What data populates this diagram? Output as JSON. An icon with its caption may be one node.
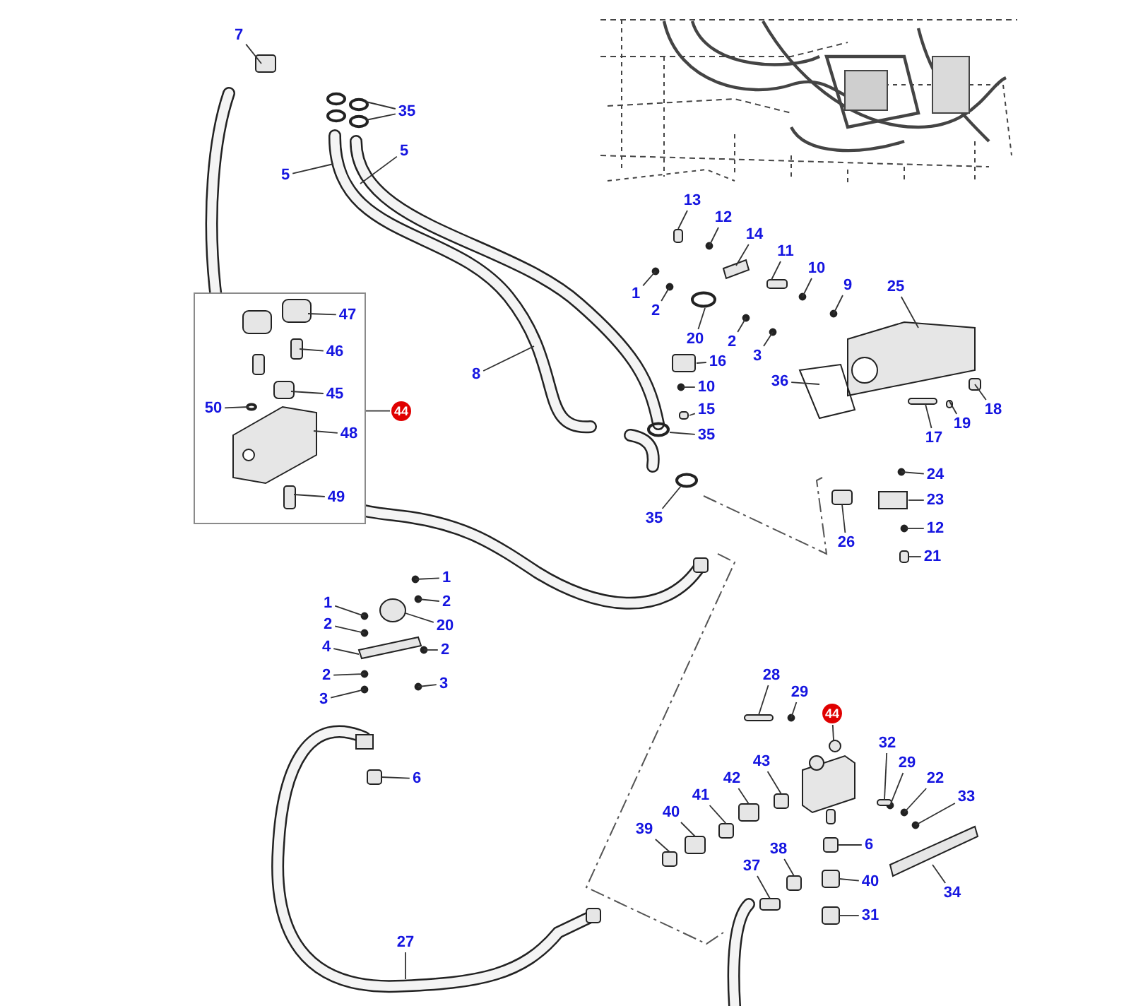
{
  "diagram": {
    "nodes": [
      {
        "text": [
          "7"
        ]
      },
      {
        "text": [
          "35"
        ]
      },
      {
        "text": [
          "5"
        ]
      },
      {
        "text": [
          "5"
        ]
      },
      {
        "text": [],
        "shape": "box"
      },
      {
        "text": [
          "47"
        ],
        "in": 4
      },
      {
        "text": [
          "46"
        ],
        "in": 4
      },
      {
        "text": [
          "45"
        ],
        "in": 4
      },
      {
        "text": [
          "50"
        ],
        "in": 4
      },
      {
        "text": [
          "48"
        ],
        "in": 4
      },
      {
        "text": [
          "49"
        ],
        "in": 4
      },
      {
        "text": [
          "44"
        ]
      },
      {
        "text": [
          "8"
        ]
      },
      {
        "text": [
          "13"
        ]
      },
      {
        "text": [
          "12"
        ]
      },
      {
        "text": [
          "14"
        ]
      },
      {
        "text": [
          "11"
        ]
      },
      {
        "text": [
          "10"
        ]
      },
      {
        "text": [
          "9"
        ]
      },
      {
        "text": [
          "1"
        ]
      },
      {
        "text": [
          "2"
        ]
      },
      {
        "text": [
          "20"
        ]
      },
      {
        "text": [
          "2"
        ]
      },
      {
        "text": [
          "3"
        ]
      },
      {
        "text": [
          "25"
        ]
      },
      {
        "text": [
          "16"
        ]
      },
      {
        "text": [
          "36"
        ]
      },
      {
        "text": [
          "10"
        ]
      },
      {
        "text": [
          "15"
        ]
      },
      {
        "text": [
          "35"
        ]
      },
      {
        "text": [
          "17"
        ]
      },
      {
        "text": [
          "19"
        ]
      },
      {
        "text": [
          "18"
        ]
      },
      {
        "text": [
          "24"
        ]
      },
      {
        "text": [
          "23"
        ]
      },
      {
        "text": [
          "35"
        ]
      },
      {
        "text": [
          "12"
        ]
      },
      {
        "text": [
          "26"
        ]
      },
      {
        "text": [
          "21"
        ]
      },
      {
        "text": [
          "1"
        ]
      },
      {
        "text": [
          "2"
        ]
      },
      {
        "text": [
          "20"
        ]
      },
      {
        "text": [
          "2"
        ]
      },
      {
        "text": [
          "3"
        ]
      },
      {
        "text": [
          "1"
        ]
      },
      {
        "text": [
          "2"
        ]
      },
      {
        "text": [
          "4"
        ]
      },
      {
        "text": [
          "2"
        ]
      },
      {
        "text": [
          "3"
        ]
      },
      {
        "text": [
          "28"
        ]
      },
      {
        "text": [
          "29"
        ]
      },
      {
        "text": [
          "44"
        ]
      },
      {
        "text": [
          "32"
        ]
      },
      {
        "text": [
          "29"
        ]
      },
      {
        "text": [
          "22"
        ]
      },
      {
        "text": [
          "33"
        ]
      },
      {
        "text": [
          "43"
        ]
      },
      {
        "text": [
          "6"
        ]
      },
      {
        "text": [
          "42"
        ]
      },
      {
        "text": [
          "41"
        ]
      },
      {
        "text": [
          "40"
        ]
      },
      {
        "text": [
          "39"
        ]
      },
      {
        "text": [
          "34"
        ]
      },
      {
        "text": [
          "40"
        ]
      },
      {
        "text": [
          "38"
        ]
      },
      {
        "text": [
          "37"
        ]
      },
      {
        "text": [
          "31"
        ]
      },
      {
        "text": [
          "6"
        ]
      },
      {
        "text": [
          "27"
        ]
      }
    ],
    "edges": [
      {
        "from": 0,
        "to": null,
        "arrow": "none"
      },
      {
        "from": 1,
        "to": null,
        "arrow": "none"
      },
      {
        "from": 1,
        "to": null,
        "arrow": "none"
      },
      {
        "from": 2,
        "to": null,
        "arrow": "none"
      },
      {
        "from": 3,
        "to": null,
        "arrow": "none"
      },
      {
        "from": 5,
        "to": null,
        "arrow": "none"
      },
      {
        "from": 6,
        "to": null,
        "arrow": "none"
      },
      {
        "from": 7,
        "to": null,
        "arrow": "none"
      },
      {
        "from": 8,
        "to": null,
        "arrow": "none"
      },
      {
        "from": 9,
        "to": null,
        "arrow": "none"
      },
      {
        "from": 10,
        "to": null,
        "arrow": "none"
      },
      {
        "from": 11,
        "to": 4,
        "arrow": "none"
      },
      {
        "from": 12,
        "to": null,
        "arrow": "none"
      },
      {
        "from": 13,
        "to": null,
        "arrow": "none"
      },
      {
        "from": 14,
        "to": null,
        "arrow": "none"
      },
      {
        "from": 15,
        "to": null,
        "arrow": "none"
      },
      {
        "from": 16,
        "to": null,
        "arrow": "none"
      },
      {
        "from": 17,
        "to": null,
        "arrow": "none"
      },
      {
        "from": 18,
        "to": null,
        "arrow": "none"
      },
      {
        "from": 19,
        "to": null,
        "arrow": "none"
      },
      {
        "from": 20,
        "to": null,
        "arrow": "none"
      },
      {
        "from": 21,
        "to": null,
        "arrow": "none"
      },
      {
        "from": 22,
        "to": null,
        "arrow": "none"
      },
      {
        "from": 23,
        "to": null,
        "arrow": "none"
      },
      {
        "from": 24,
        "to": null,
        "arrow": "none"
      },
      {
        "from": 25,
        "to": null,
        "arrow": "none"
      },
      {
        "from": 26,
        "to": null,
        "arrow": "none"
      },
      {
        "from": 27,
        "to": null,
        "arrow": "none"
      },
      {
        "from": 28,
        "to": null,
        "arrow": "none"
      },
      {
        "from": 29,
        "to": null,
        "arrow": "none"
      },
      {
        "from": 30,
        "to": null,
        "arrow": "none"
      },
      {
        "from": 31,
        "to": null,
        "arrow": "none"
      },
      {
        "from": 32,
        "to": null,
        "arrow": "none"
      },
      {
        "from": 33,
        "to": null,
        "arrow": "none"
      },
      {
        "from": 34,
        "to": null,
        "arrow": "none"
      },
      {
        "from": 35,
        "to": null,
        "arrow": "none"
      },
      {
        "from": 36,
        "to": null,
        "arrow": "none"
      },
      {
        "from": 37,
        "to": null,
        "arrow": "none"
      },
      {
        "from": 38,
        "to": null,
        "arrow": "none"
      },
      {
        "from": 39,
        "to": null,
        "arrow": "none"
      },
      {
        "from": 40,
        "to": null,
        "arrow": "none"
      },
      {
        "from": 41,
        "to": null,
        "arrow": "none"
      },
      {
        "from": 42,
        "to": null,
        "arrow": "none"
      },
      {
        "from": 43,
        "to": null,
        "arrow": "none"
      },
      {
        "from": 44,
        "to": null,
        "arrow": "none"
      },
      {
        "from": 45,
        "to": null,
        "arrow": "none"
      },
      {
        "from": 46,
        "to": null,
        "arrow": "none"
      },
      {
        "from": 47,
        "to": null,
        "arrow": "none"
      },
      {
        "from": 48,
        "to": null,
        "arrow": "none"
      },
      {
        "from": 49,
        "to": null,
        "arrow": "none"
      },
      {
        "from": 50,
        "to": null,
        "arrow": "none"
      },
      {
        "from": 51,
        "to": null,
        "arrow": "none"
      },
      {
        "from": 52,
        "to": null,
        "arrow": "none"
      },
      {
        "from": 53,
        "to": null,
        "arrow": "none"
      },
      {
        "from": 54,
        "to": null,
        "arrow": "none"
      },
      {
        "from": 55,
        "to": null,
        "arrow": "none"
      },
      {
        "from": 56,
        "to": null,
        "arrow": "none"
      },
      {
        "from": 57,
        "to": null,
        "arrow": "none"
      },
      {
        "from": 58,
        "to": null,
        "arrow": "none"
      },
      {
        "from": 59,
        "to": null,
        "arrow": "none"
      },
      {
        "from": 60,
        "to": null,
        "arrow": "none"
      },
      {
        "from": 61,
        "to": null,
        "arrow": "none"
      },
      {
        "from": 62,
        "to": null,
        "arrow": "none"
      },
      {
        "from": 63,
        "to": null,
        "arrow": "none"
      },
      {
        "from": 64,
        "to": null,
        "arrow": "none"
      },
      {
        "from": 65,
        "to": null,
        "arrow": "none"
      },
      {
        "from": 66,
        "to": null,
        "arrow": "none"
      },
      {
        "from": 67,
        "to": null,
        "arrow": "none"
      },
      {
        "from": 68,
        "to": null,
        "arrow": "none"
      }
    ]
  }
}
